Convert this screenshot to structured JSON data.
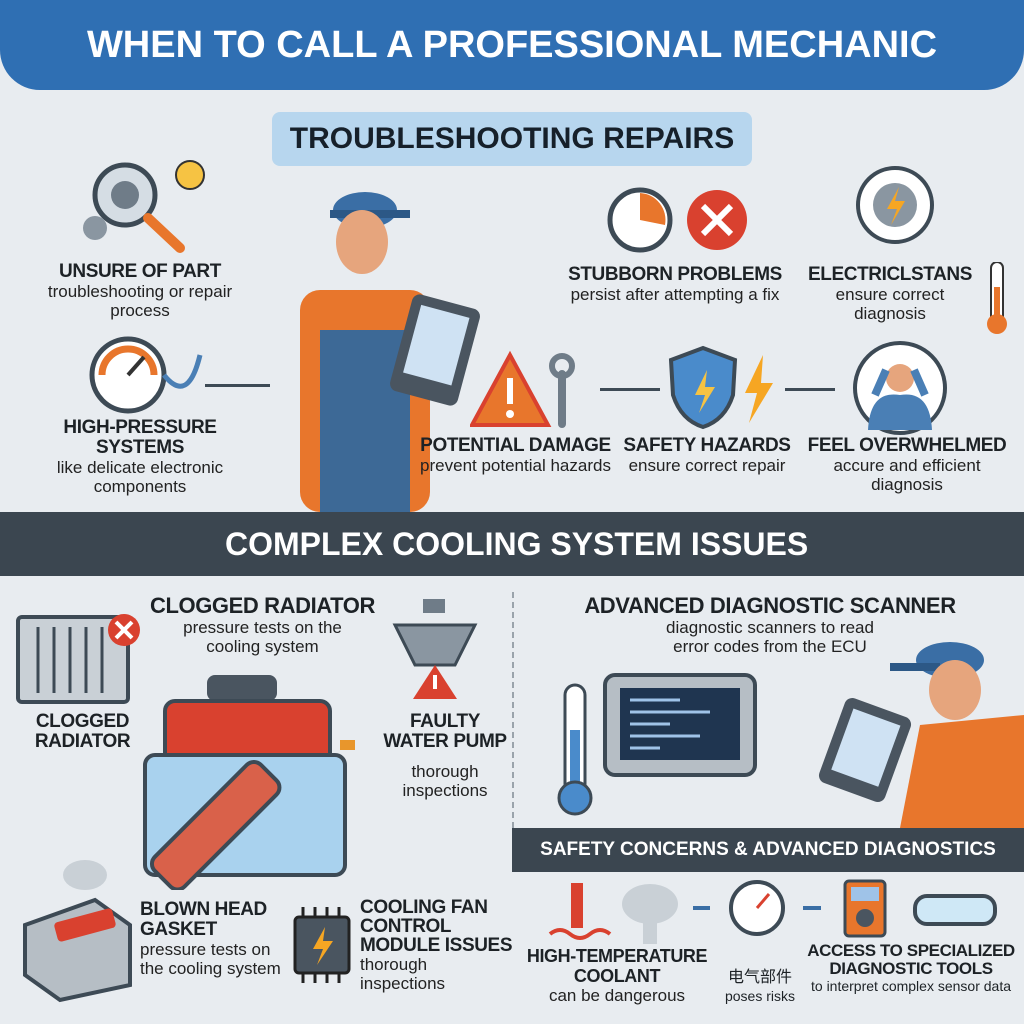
{
  "header": {
    "title": "WHEN TO CALL A PROFESSIONAL MECHANIC"
  },
  "troubleshooting": {
    "heading": "TROUBLESHOOTING REPAIRS",
    "items": [
      {
        "title": "UNSURE OF PART",
        "desc": "troubleshooting or repair process",
        "icon": "magnifier-gears-bulb-icon"
      },
      {
        "title": "HIGH-PRESSURE SYSTEMS",
        "desc": "like delicate electronic components",
        "icon": "pressure-gauge-icon"
      },
      {
        "title": "STUBBORN PROBLEMS",
        "desc": "persist after attempting a fix",
        "icon": "clock-x-icon"
      },
      {
        "title": "ELECTRICLSTANS",
        "desc": "ensure correct diagnosis",
        "icon": "gear-bolt-icon"
      },
      {
        "title": "POTENTIAL DAMAGE",
        "desc": "prevent potential hazards",
        "icon": "warning-wrench-icon"
      },
      {
        "title": "SAFETY HAZARDS",
        "desc": "ensure correct repair",
        "icon": "shield-bolt-icon"
      },
      {
        "title": "FEEL OVERWHELMED",
        "desc": "accure and efficient diagnosis",
        "icon": "stressed-person-icon"
      }
    ]
  },
  "cooling": {
    "heading": "COMPLEX COOLING SYSTEM ISSUES",
    "clogged_title": "CLOGGED RADIATOR",
    "clogged_desc": "pressure tests on the cooling system",
    "clogged_label": "CLOGGED RADIATOR",
    "pump_title": "FAULTY WATER PUMP",
    "pump_desc": "thorough inspections",
    "gasket_title": "BLOWN HEAD GASKET",
    "gasket_desc": "pressure tests on the cooling system",
    "fan_title": "COOLING FAN CONTROL MODULE ISSUES",
    "fan_desc": "thorough inspections"
  },
  "scanner": {
    "title": "ADVANCED DIAGNOSTIC SCANNER",
    "desc": "diagnostic scanners to read error codes from the ECU"
  },
  "safety": {
    "heading": "SAFETY CONCERNS & ADVANCED DIAGNOSTICS",
    "coolant_title": "HIGH-TEMPERATURE COOLANT",
    "coolant_desc": "can be dangerous",
    "electrical_label": "电气部件",
    "electrical_desc": "poses risks",
    "tools_title": "ACCESS TO SPECIALIZED DIAGNOSTIC TOOLS",
    "tools_desc": "to interpret complex sensor data"
  },
  "colors": {
    "header": "#2f6fb3",
    "pill": "#b7d6ee",
    "band": "#3b4650",
    "accent_orange": "#e8762c",
    "accent_red": "#d9412f"
  }
}
